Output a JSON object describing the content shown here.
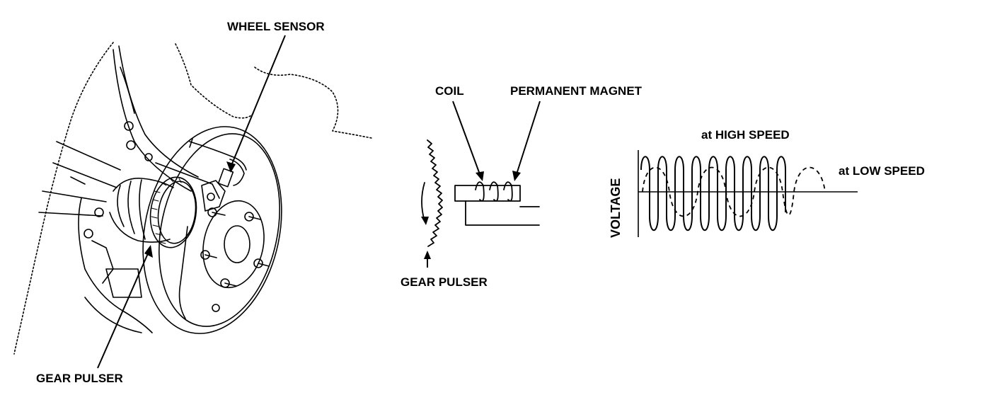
{
  "labels": {
    "wheel_sensor": "WHEEL SENSOR",
    "gear_pulser_left": "GEAR PULSER",
    "coil": "COIL",
    "permanent_magnet": "PERMANENT MAGNET",
    "gear_pulser_mid": "GEAR PULSER",
    "high_speed": "at HIGH SPEED",
    "low_speed": "at LOW SPEED",
    "voltage": "VOLTAGE"
  },
  "colors": {
    "ink": "#000000",
    "background": "#ffffff"
  },
  "waveform": {
    "high_speed_cycles": 9,
    "low_speed_cycles": 4,
    "high_speed_style": "solid",
    "low_speed_style": "dashed"
  }
}
